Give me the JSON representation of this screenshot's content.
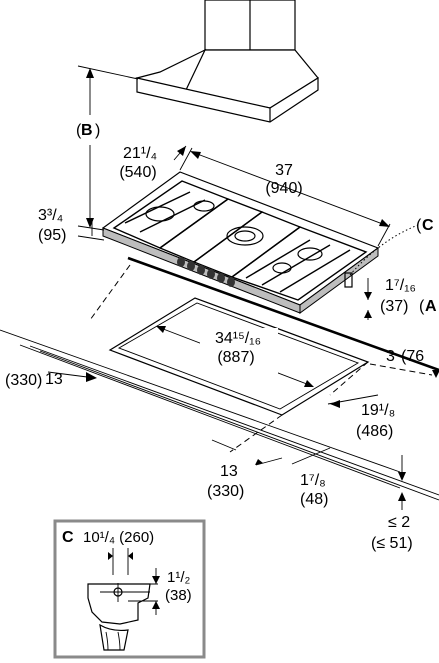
{
  "dimensions": {
    "hood_height": {
      "label": "B"
    },
    "cooktop_depth": {
      "fraction": "21¹/₄",
      "metric": "(540)"
    },
    "cooktop_width": {
      "value": "37",
      "metric": "(940)"
    },
    "cooktop_height": {
      "fraction": "3³/₄",
      "metric": "(95)"
    },
    "detail_ref": {
      "label": "C"
    },
    "edge_offset": {
      "fraction": "1⁷/₁₆",
      "metric": "(37)",
      "label": "A"
    },
    "rear_clearance": {
      "value": "3",
      "metric": "(76"
    },
    "cutout_width": {
      "fraction": "34¹⁵/₁₆",
      "metric": "(887)"
    },
    "left_clearance": {
      "value": "13",
      "metric": "(330)"
    },
    "cutout_depth": {
      "fraction": "19¹/₈",
      "metric": "(486)"
    },
    "front_clearance": {
      "value": "13",
      "metric": "(330)"
    },
    "front_offset": {
      "fraction": "1⁷/₈",
      "metric": "(48)"
    },
    "counter_thickness": {
      "value": "≤ 2",
      "metric": "(≤ 51)"
    }
  },
  "detail_c": {
    "label": "C",
    "width": "10¹/₄ (260)",
    "height_fraction": "1¹/₂",
    "height_metric": "(38)"
  }
}
